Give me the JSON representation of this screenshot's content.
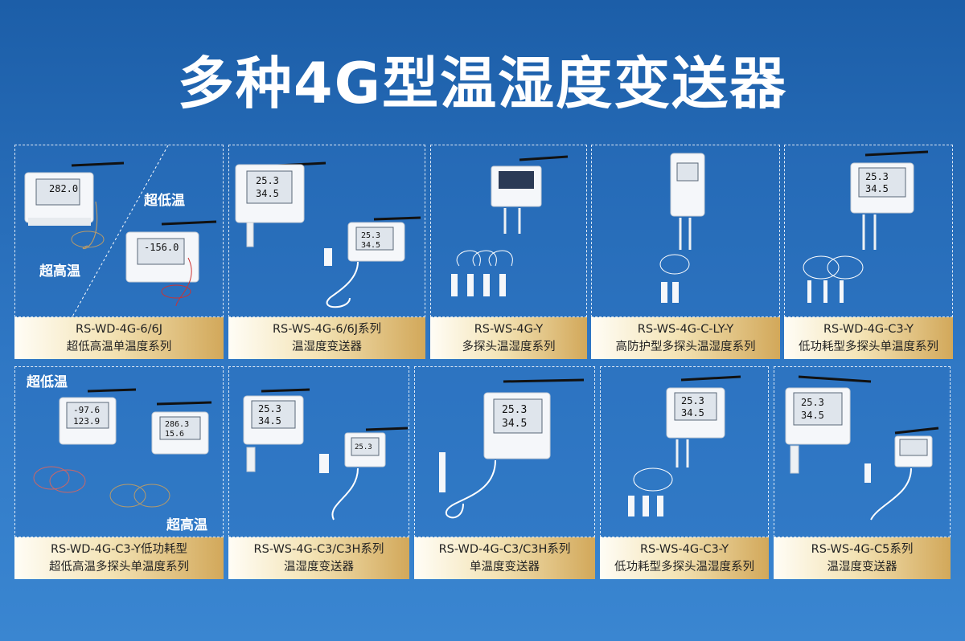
{
  "title": "多种4G型温湿度变送器",
  "row1": [
    {
      "model": "RS-WD-4G-6/6J",
      "series": "超低高温单温度系列",
      "tags": [
        "超低温",
        "超高温"
      ],
      "readings": [
        "282.0",
        "-156.0"
      ]
    },
    {
      "model": "RS-WS-4G-6/6J系列",
      "series": "温湿度变送器",
      "readings": [
        "25.3",
        "34.5",
        "25.3",
        "34.5"
      ]
    },
    {
      "model": "RS-WS-4G-Y",
      "series": "多探头温湿度系列",
      "readings": []
    },
    {
      "model": "RS-WS-4G-C-LY-Y",
      "series": "高防护型多探头温湿度系列",
      "readings": []
    },
    {
      "model": "RS-WD-4G-C3-Y",
      "series": "低功耗型多探头单温度系列",
      "readings": [
        "25.3",
        "34.5"
      ]
    }
  ],
  "row2": [
    {
      "model": "RS-WD-4G-C3-Y低功耗型",
      "series": "超低高温多探头单温度系列",
      "tags": [
        "超低温",
        "超高温"
      ],
      "readings": [
        "-97.6",
        "123.9",
        "286.3",
        "15.6"
      ]
    },
    {
      "model": "RS-WS-4G-C3/C3H系列",
      "series": "温湿度变送器",
      "readings": [
        "25.3",
        "34.5",
        "25.3"
      ]
    },
    {
      "model": "RS-WD-4G-C3/C3H系列",
      "series": "单温度变送器",
      "readings": [
        "25.3",
        "34.5"
      ]
    },
    {
      "model": "RS-WS-4G-C3-Y",
      "series": "低功耗型多探头温湿度系列",
      "readings": [
        "25.3",
        "34.5"
      ]
    },
    {
      "model": "RS-WS-4G-C5系列",
      "series": "温湿度变送器",
      "readings": [
        "25.3",
        "34.5"
      ]
    }
  ]
}
